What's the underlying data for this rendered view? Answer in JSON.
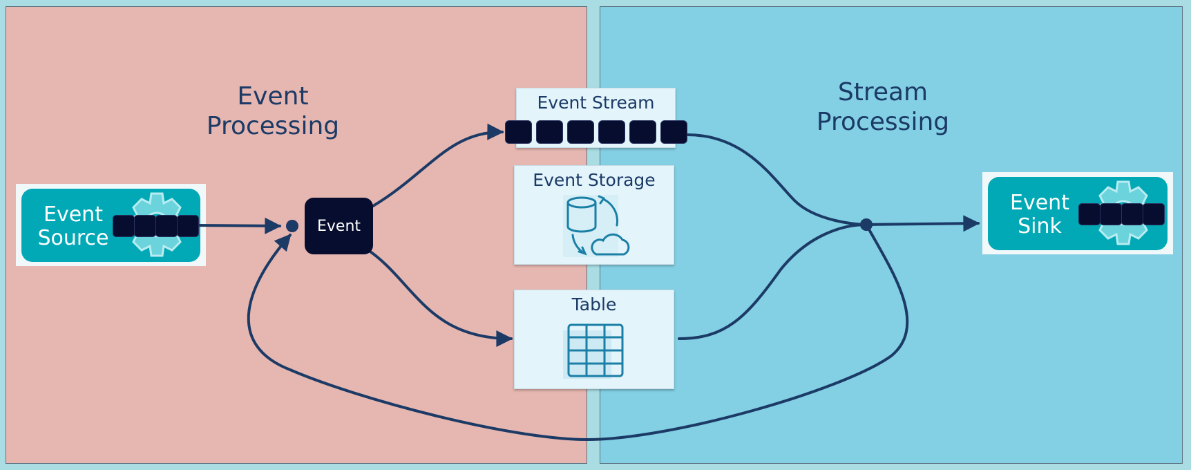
{
  "regions": {
    "event_processing": {
      "title": "Event\nProcessing",
      "color": "#e6b6b0"
    },
    "stream_processing": {
      "title": "Stream\nProcessing",
      "color": "#83cfe3"
    }
  },
  "nodes": {
    "event_source": {
      "label": "Event\nSource",
      "icon": "gear-icon"
    },
    "event": {
      "label": "Event"
    },
    "event_stream": {
      "label": "Event Stream"
    },
    "event_storage": {
      "label": "Event Storage",
      "icon": "database-cloud-sync-icon"
    },
    "table": {
      "label": "Table",
      "icon": "table-grid-icon"
    },
    "event_sink": {
      "label": "Event\nSink",
      "icon": "gear-icon"
    }
  },
  "colors": {
    "arrow": "#1b3a66",
    "event_block": "#060d2e",
    "endpoint": "#00a9b5",
    "card": "#e3f4fb",
    "icon": "#1a7fa6"
  }
}
